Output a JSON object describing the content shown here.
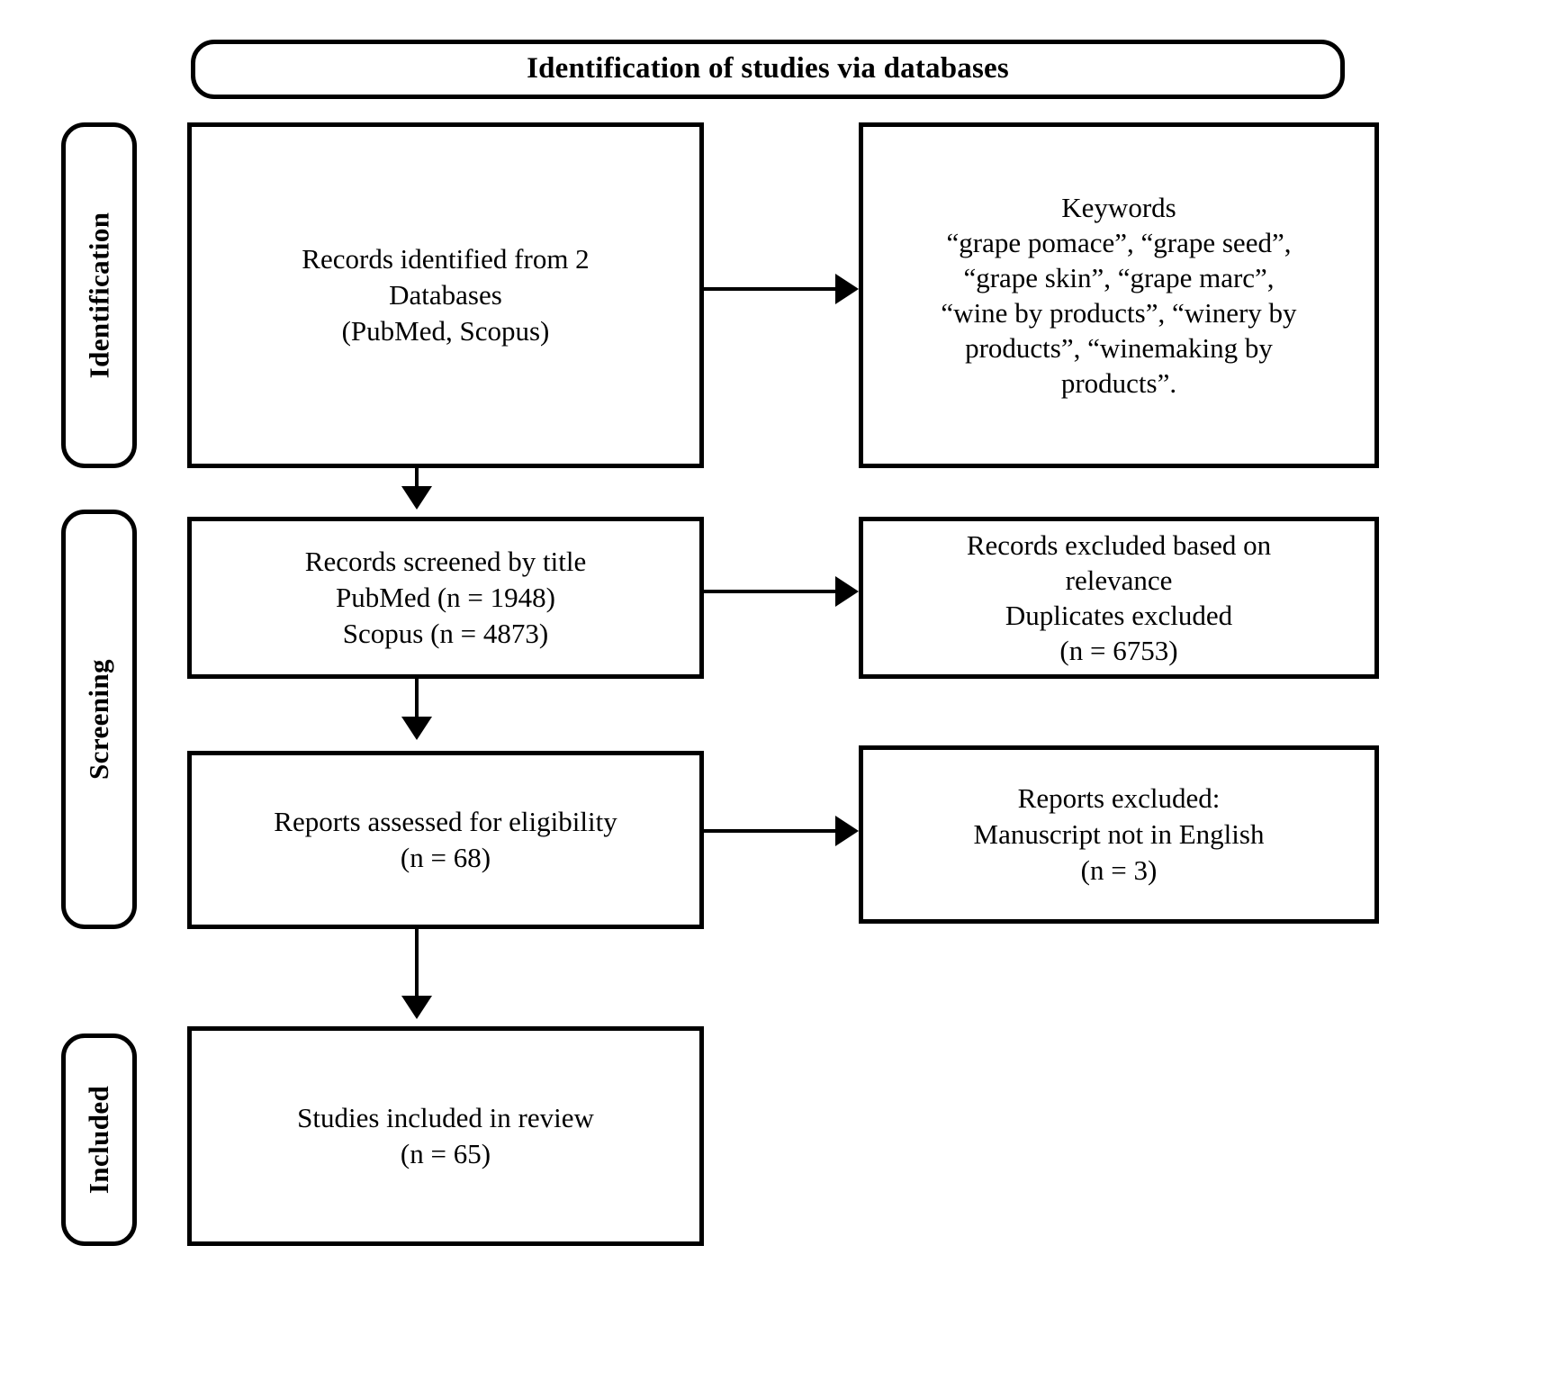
{
  "diagram": {
    "type": "prisma-flow-diagram",
    "header": {
      "title": "Identification of studies via databases"
    },
    "stages": [
      {
        "id": "identification",
        "label": "Identification"
      },
      {
        "id": "screening",
        "label": "Screening"
      },
      {
        "id": "included",
        "label": "Included"
      }
    ],
    "boxes": {
      "records_identified": {
        "text": "Records identified from 2\nDatabases\n(PubMed, Scopus)"
      },
      "keywords": {
        "text": "Keywords\n“grape pomace”, “grape seed”,\n“grape skin”, “grape marc”,\n“wine by products”, “winery by\nproducts”, “winemaking by\nproducts”."
      },
      "records_screened": {
        "text": "Records screened by title\nPubMed (n = 1948)\nScopus (n = 4873)"
      },
      "records_excluded": {
        "text": "Records excluded based on\nrelevance\nDuplicates excluded\n(n = 6753)"
      },
      "reports_assessed": {
        "text": "Reports assessed for eligibility\n(n = 68)"
      },
      "reports_excluded": {
        "text": "Reports excluded:\nManuscript not in English\n(n = 3)"
      },
      "studies_included": {
        "text": "Studies included in review\n(n = 65)"
      }
    },
    "counts": {
      "pubmed_screened": 1948,
      "scopus_screened": 4873,
      "records_excluded": 6753,
      "reports_assessed": 68,
      "reports_excluded": 3,
      "studies_included": 65,
      "databases": 2
    },
    "keywords_list": [
      "grape pomace",
      "grape seed",
      "grape skin",
      "grape marc",
      "wine by products",
      "winery by products",
      "winemaking by products"
    ],
    "colors": {
      "stroke": "#000000",
      "fill": "#ffffff",
      "text": "#000000"
    }
  }
}
